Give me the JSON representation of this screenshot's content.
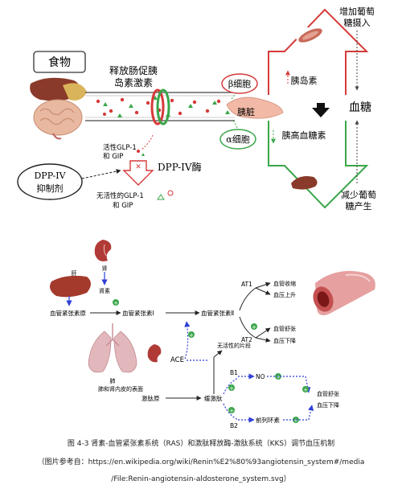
{
  "diagram1": {
    "food": "食物",
    "release_incretin_1": "释放肠促胰",
    "release_incretin_2": "岛素激素",
    "beta_cell": "β细胞",
    "alpha_cell": "α细胞",
    "pancreas": "胰脏",
    "insulin": "胰岛素",
    "glucagon": "胰高血糖素",
    "increase_glucose_1": "增加葡萄",
    "increase_glucose_2": "糖摄入",
    "blood_glucose": "血糖",
    "decrease_glucose_1": "减少葡萄",
    "decrease_glucose_2": "糖产生",
    "active_glp_1": "活性GLP-1",
    "active_glp_2": "和 GIP",
    "dpp4_enzyme": "DPP-IV酶",
    "dpp4_inhibitor_1": "DPP-IV",
    "dpp4_inhibitor_2": "抑制剂",
    "inactive_glp_1": "无活性的GLP-1",
    "inactive_glp_2": "和 GIP"
  },
  "diagram2": {
    "kidney": "肾",
    "liver": "肝",
    "renin": "肾素",
    "angiotensinogen": "血管紧张素原",
    "angiotensin_1": "血管紧张素Ⅰ",
    "angiotensin_2": "血管紧张素Ⅱ",
    "at1": "AT1",
    "at2": "AT2",
    "vasoconstriction": "血管收缩",
    "bp_up": "血压上升",
    "vasodilation_a": "血管舒张",
    "bp_down_a": "血压下降",
    "inactive_fragment": "无活性的片段",
    "ace": "ACE",
    "lung": "肺",
    "lung_kidney_surface": "肺和肾内皮的表面",
    "kininogen": "激肽原",
    "bradykinin": "缓激肽",
    "b1": "B1",
    "b2": "B2",
    "no": "NO",
    "prostacyclin": "前列环素",
    "vasodilation_b": "血管舒张",
    "bp_down_b": "血压下降",
    "plus": "+"
  },
  "caption": {
    "line1": "图 4-3  肾素-血管紧张素系统（RAS）和激肽释放酶-激肽系统（KKS）调节血压机制",
    "line2": "（图片参考自：https://en.wikipedia.org/wiki/Renin%E2%80%93angiotensin_system#/media",
    "line3": "/File:Renin-angiotensin-aldosterone_system.svg）"
  },
  "colors": {
    "green": "#3aa64a",
    "red": "#d63a3a",
    "blue": "#2f3fd6",
    "vessel": "#e6a0a0",
    "pancreas": "#f2b9a6"
  }
}
